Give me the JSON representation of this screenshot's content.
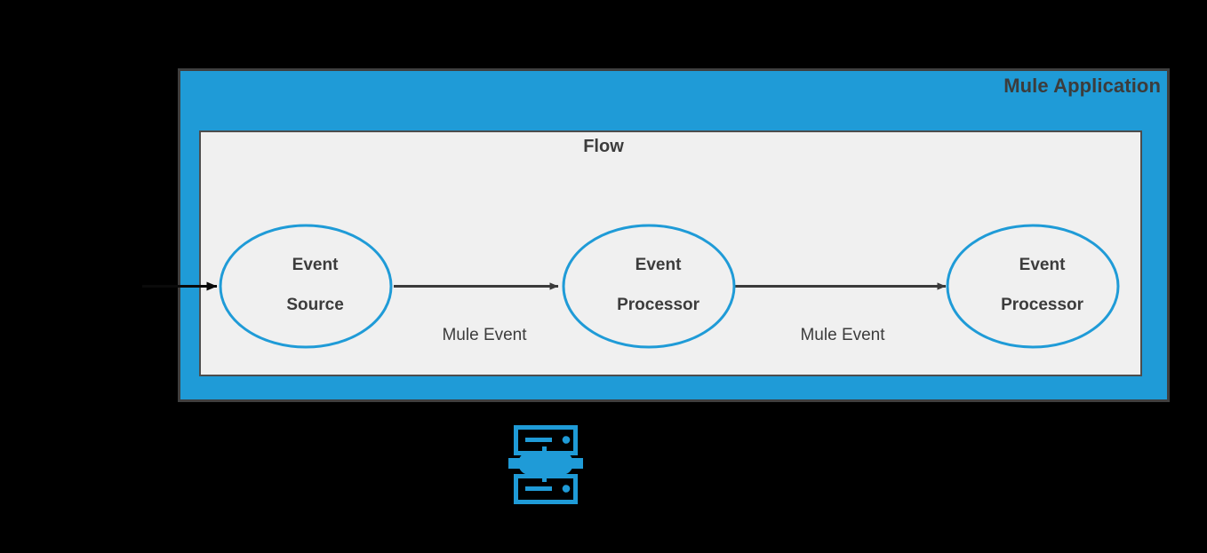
{
  "diagram": {
    "title": "Mule Application",
    "background_color": "#000000",
    "container": {
      "label": "Mule Application",
      "fill_color": "#1f9bd7",
      "border_color": "#3f3f3f"
    },
    "flow_panel": {
      "label": "Flow",
      "fill_color": "#f0f0f0",
      "border_color": "#4d4d4d"
    },
    "nodes": [
      {
        "id": "event-source",
        "line1": "Event",
        "line2": "Source",
        "shape": "ellipse",
        "stroke_color": "#1f9bd7",
        "fill_color": "#f0f0f0"
      },
      {
        "id": "event-processor-1",
        "line1": "Event",
        "line2": "Processor",
        "shape": "ellipse",
        "stroke_color": "#1f9bd7",
        "fill_color": "#f0f0f0"
      },
      {
        "id": "event-processor-2",
        "line1": "Event",
        "line2": "Processor",
        "shape": "ellipse",
        "stroke_color": "#1f9bd7",
        "fill_color": "#f0f0f0"
      }
    ],
    "edges": [
      {
        "id": "inbound",
        "label": "",
        "from": "external",
        "to": "event-source",
        "color": "#000000"
      },
      {
        "id": "edge-1",
        "label": "Mule Event",
        "from": "event-source",
        "to": "event-processor-1",
        "color": "#3b3b3b"
      },
      {
        "id": "edge-2",
        "label": "Mule Event",
        "from": "event-processor-1",
        "to": "event-processor-2",
        "color": "#3b3b3b"
      }
    ],
    "icon": {
      "name": "mule-runtime-server-icon",
      "color": "#1f9bd7"
    }
  }
}
